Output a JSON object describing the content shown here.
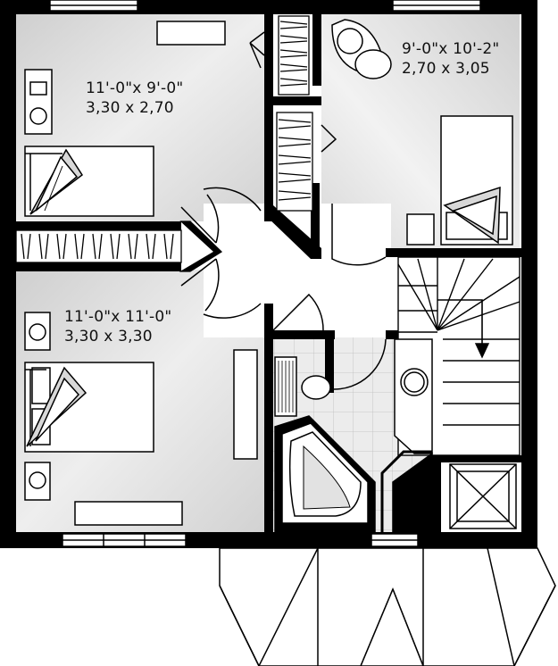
{
  "colors": {
    "wall": "#000000",
    "floor_light": "#f3f3f3",
    "floor_dark": "#c9c9c9",
    "furniture_fill": "#dedede",
    "line": "#111111",
    "tile": "#e6e6e6"
  },
  "rooms": [
    {
      "id": "bedroom-top-left",
      "dimensions_imperial": "11'-0\"x 9'-0\"",
      "dimensions_metric": "3,30 x 2,70"
    },
    {
      "id": "bedroom-top-right",
      "dimensions_imperial": "9'-0\"x 10'-2\"",
      "dimensions_metric": "2,70 x 3,05"
    },
    {
      "id": "bedroom-bottom-left",
      "dimensions_imperial": "11'-0\"x 11'-0\"",
      "dimensions_metric": "3,30 x 3,30"
    }
  ],
  "icons": [
    "stair-arrow-icon",
    "door-swing-icon",
    "bed-icon",
    "bathtub-icon",
    "toilet-icon",
    "shower-icon"
  ]
}
